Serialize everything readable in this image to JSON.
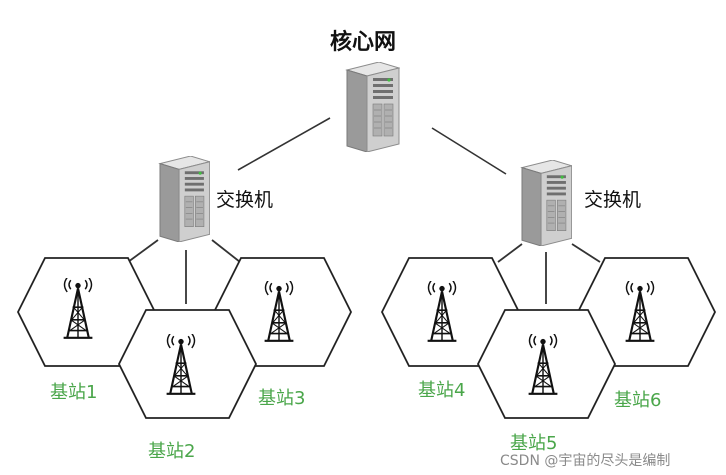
{
  "core": {
    "label": "核心网"
  },
  "switches": [
    {
      "label": "交换机"
    },
    {
      "label": "交换机"
    }
  ],
  "base_stations": [
    {
      "label": "基站1"
    },
    {
      "label": "基站2"
    },
    {
      "label": "基站3"
    },
    {
      "label": "基站4"
    },
    {
      "label": "基站5"
    },
    {
      "label": "基站6"
    }
  ],
  "colors": {
    "station_label": "#4aa64a",
    "hexagon_stroke": "#222222",
    "link_line": "#333333",
    "server_body": "#c9c9c9",
    "server_side": "#9a9a9a"
  },
  "watermark": {
    "text": "CSDN @宇宙的尽头是编制"
  }
}
